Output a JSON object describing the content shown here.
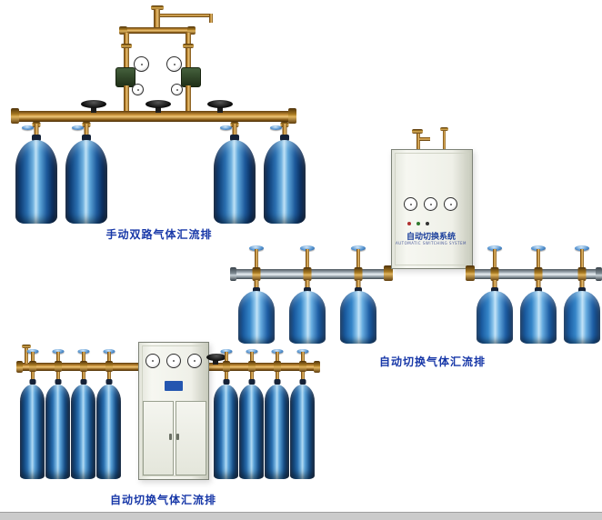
{
  "scenes": [
    {
      "name": "manual-dual-gas-manifold",
      "caption": "手动双路气体汇流排",
      "cylinders": 4,
      "pressure_gauges": 4,
      "black_valve_handwheels": 3
    },
    {
      "name": "auto-switch-gas-manifold",
      "caption": "自动切换气体汇流排",
      "cylinders": 6,
      "cabinet": {
        "label_main": "自动切换系统",
        "label_sub": "AUTOMATIC SWITCHING SYSTEM",
        "gauges": 3,
        "indicator_lights": 3
      }
    },
    {
      "name": "auto-switch-gas-manifold-cabinet",
      "caption": "自动切换气体汇流排",
      "cylinders": 8,
      "cabinet": {
        "gauges": 3,
        "doors": 2
      }
    }
  ],
  "colors": {
    "caption_text": "#1838a8",
    "cylinder_blue_dark": "#0a2c5c",
    "cylinder_blue_mid": "#2a6fb0",
    "cylinder_highlight": "#bfe2f6",
    "brass_pipe": "#c89038",
    "silver_pipe": "#aab5bd",
    "cabinet_body": "#eff0e8",
    "valve_wheel_black": "#101010",
    "valve_wheel_blue": "#5795d2",
    "background": "#ffffff"
  }
}
